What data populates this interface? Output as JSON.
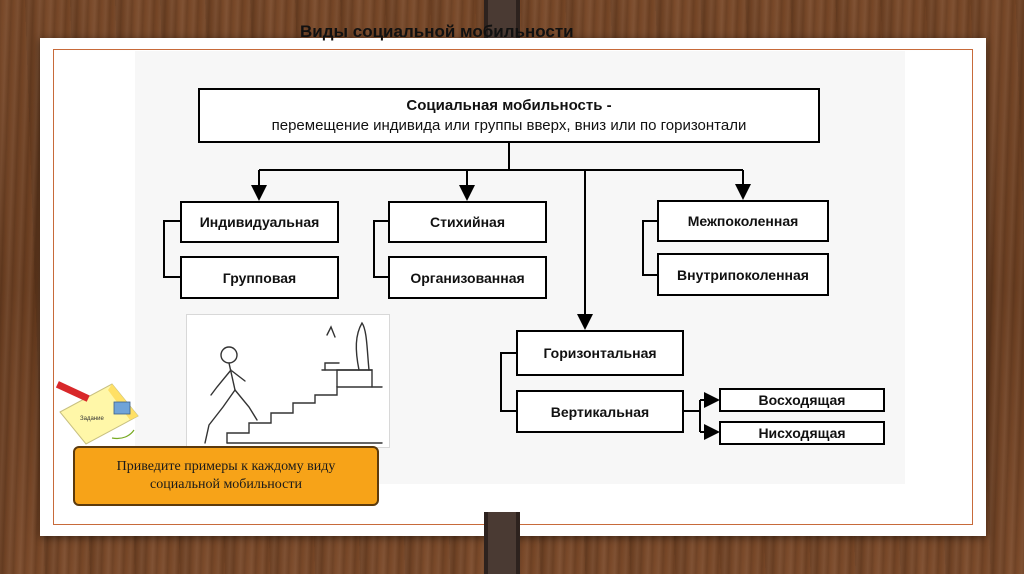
{
  "title": "Виды социальной мобильности",
  "root": {
    "line1": "Социальная мобильность -",
    "line2": "перемещение индивида или группы вверх, вниз или по горизонтали"
  },
  "groups": {
    "left": [
      "Индивидуальная",
      "Групповая"
    ],
    "middle": [
      "Стихийная",
      "Организованная"
    ],
    "right": [
      "Межпоколенная",
      "Внутрипоколенная"
    ],
    "direction": [
      "Горизонтальная",
      "Вертикальная"
    ],
    "vertical": [
      "Восходящая",
      "Нисходящая"
    ]
  },
  "sticker_label": "Задание",
  "task": "Приведите примеры к каждому виду социальной мобильности"
}
